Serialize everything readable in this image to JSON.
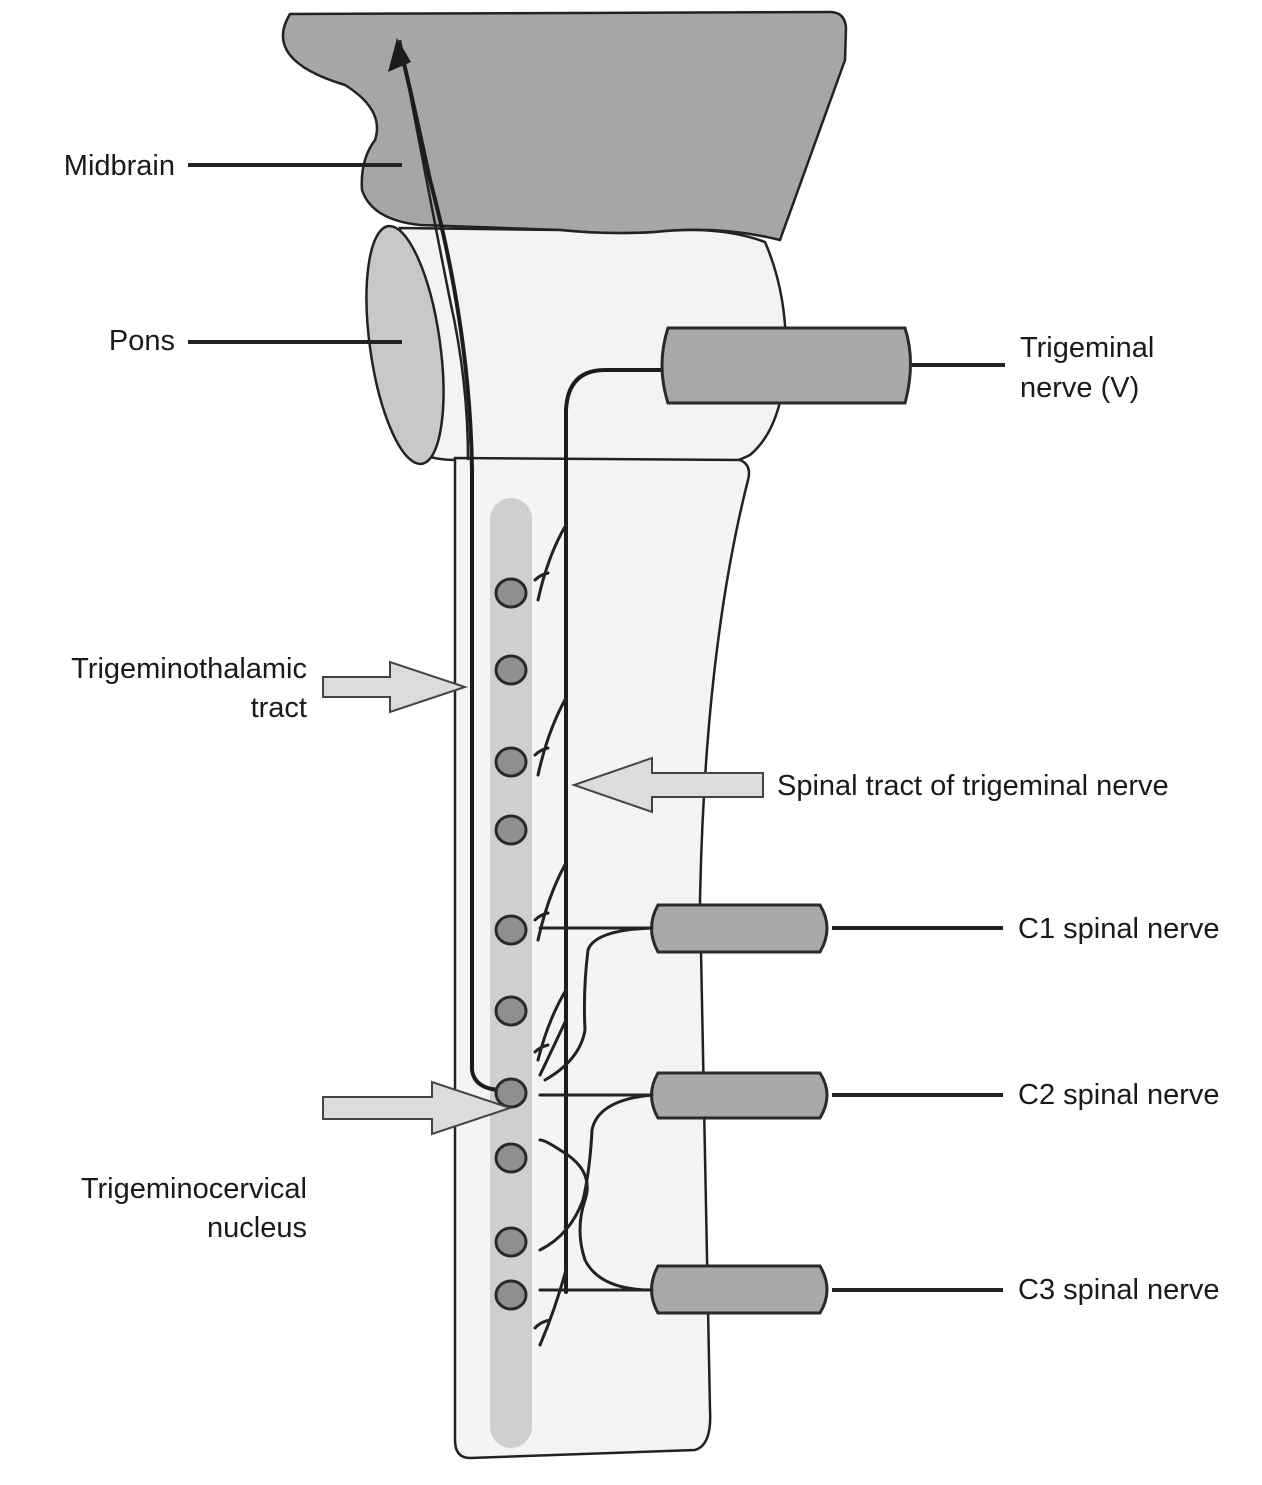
{
  "diagram": {
    "title": "Trigeminocervical convergence",
    "labels": {
      "midbrain": "Midbrain",
      "pons": "Pons",
      "trigeminal_nerve_line1": "Trigeminal",
      "trigeminal_nerve_line2": "nerve (V)",
      "trigeminothalamic_line1": "Trigeminothalamic",
      "trigeminothalamic_line2": "tract",
      "spinal_tract": "Spinal tract of trigeminal nerve",
      "c1": "C1 spinal nerve",
      "c2": "C2 spinal nerve",
      "c3": "C3 spinal nerve",
      "trigeminocervical_line1": "Trigeminocervical",
      "trigeminocervical_line2": "nucleus"
    },
    "nucleus_cell_count": 10,
    "colors": {
      "midbrain": "#a6a6a6",
      "pons_face": "#c8c8c8",
      "cord": "#f4f4f4",
      "nucleus_column": "#cfcfcf",
      "nerve_root": "#a9a9a9",
      "cell": "#8f8f8f"
    }
  }
}
